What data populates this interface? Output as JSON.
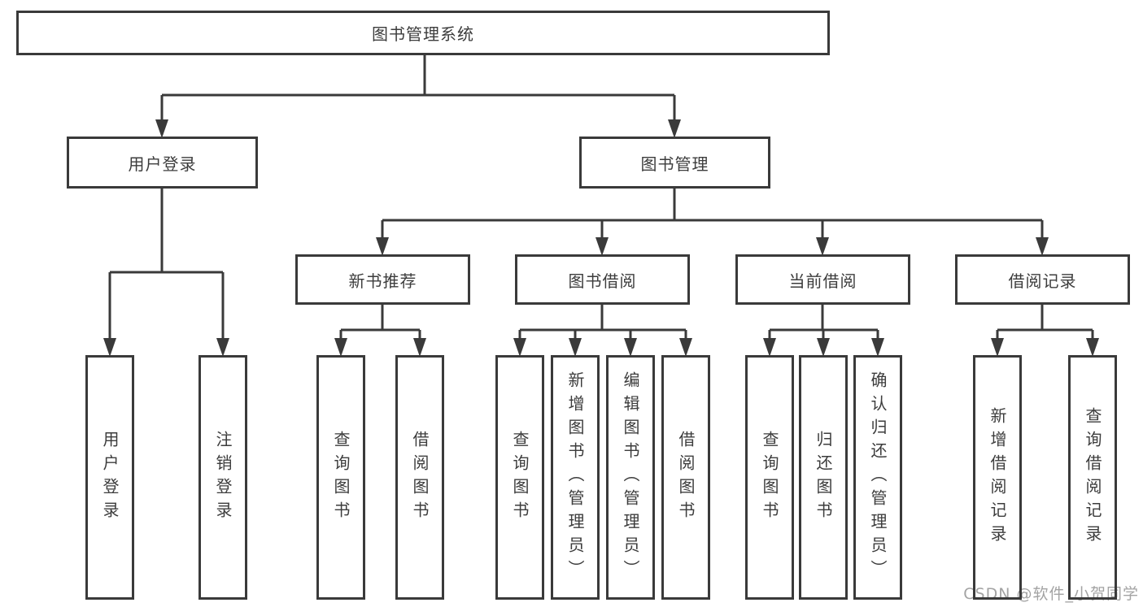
{
  "diagram": {
    "nodes": {
      "root": "图书管理系统",
      "user_login": "用户登录",
      "book_management": "图书管理",
      "new_book_recommend": "新书推荐",
      "book_borrowing": "图书借阅",
      "current_borrowing": "当前借阅",
      "borrowing_records": "借阅记录",
      "leaf_user_login": "用户登录",
      "leaf_logout": "注销登录",
      "leaf_query_books_a": "查询图书",
      "leaf_borrow_books_a": "借阅图书",
      "leaf_query_books_b": "查询图书",
      "leaf_add_books_admin": "新增图书（管理员）",
      "leaf_edit_books_admin": "编辑图书（管理员）",
      "leaf_borrow_books_b": "借阅图书",
      "leaf_query_books_c": "查询图书",
      "leaf_return_books": "归还图书",
      "leaf_confirm_return_admin": "确认归还（管理员）",
      "leaf_add_borrow_record": "新增借阅记录",
      "leaf_query_borrow_record": "查询借阅记录"
    },
    "colors": {
      "line": "#3a3a3a",
      "text": "#3c3c3c",
      "watermark": "#a3a3a3",
      "background": "#ffffff"
    }
  },
  "watermark": "CSDN @软件_小贺同学"
}
